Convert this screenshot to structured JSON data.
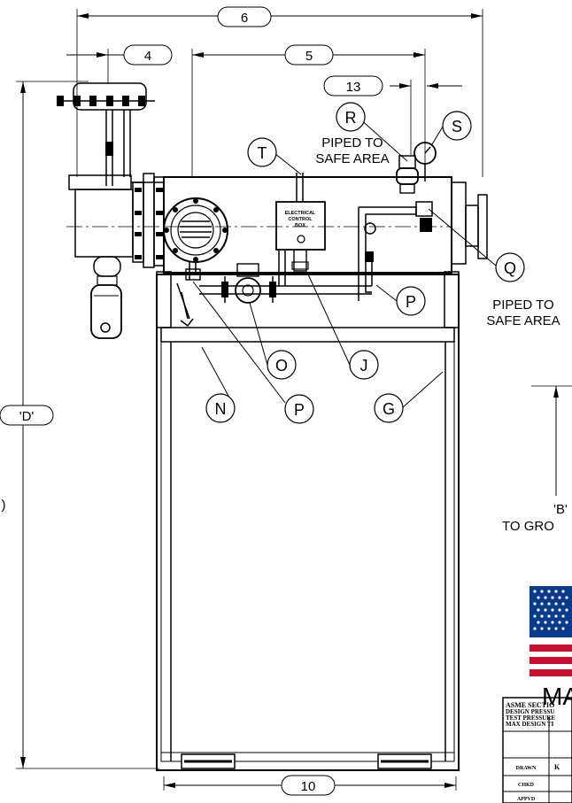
{
  "dimension_callouts": {
    "dim_6": "6",
    "dim_4": "4",
    "dim_5": "5",
    "dim_13": "13",
    "dim_10": "10",
    "dim_d": "'D'",
    "dim_left_partial": ")"
  },
  "item_callouts": {
    "r": "R",
    "s": "S",
    "t": "T",
    "q": "Q",
    "p_right": "P",
    "o": "O",
    "j": "J",
    "n": "N",
    "p_lower": "P",
    "g": "G"
  },
  "notes": {
    "piped_top_line1": "PIPED TO",
    "piped_top_line2": "SAFE AREA",
    "piped_right_line1": "PIPED TO",
    "piped_right_line2": "SAFE AREA",
    "ground_b": "'B'",
    "ground_to": "TO GRO"
  },
  "control_box": {
    "line1": "ELECTRICAL",
    "line2": "CONTROL",
    "line3": "BOX"
  },
  "title_block": {
    "maker_partial": "MA",
    "asme_line": "ASME SECTIO",
    "design_pressure": "DESIGN PRESSU",
    "test_pressure": "TEST PRESSURE",
    "max_design": "MAX DESIGN TI",
    "drawn_label": "DRAWN",
    "drawn_value": "K",
    "chkd_label": "CHKD",
    "appvd_label": "APPVD"
  },
  "colors": {
    "flag_red": "#c8102e",
    "flag_blue": "#0a3a8c",
    "line": "#000000"
  }
}
